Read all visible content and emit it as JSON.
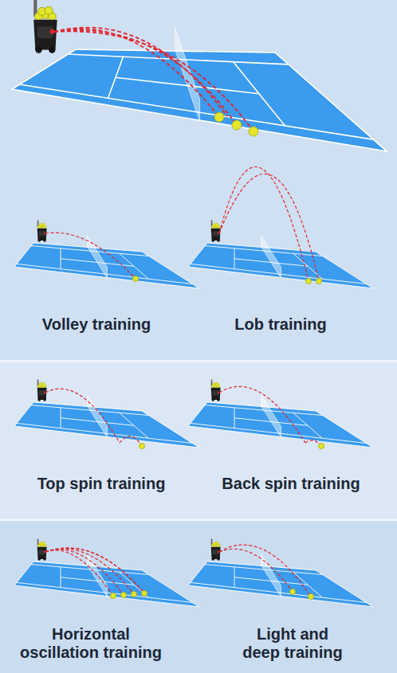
{
  "diagram": {
    "labels": [
      "Volley training",
      "Lob training",
      "Top spin training",
      "Back spin training",
      "Horizontal oscillation training",
      "Light and deep training"
    ]
  }
}
